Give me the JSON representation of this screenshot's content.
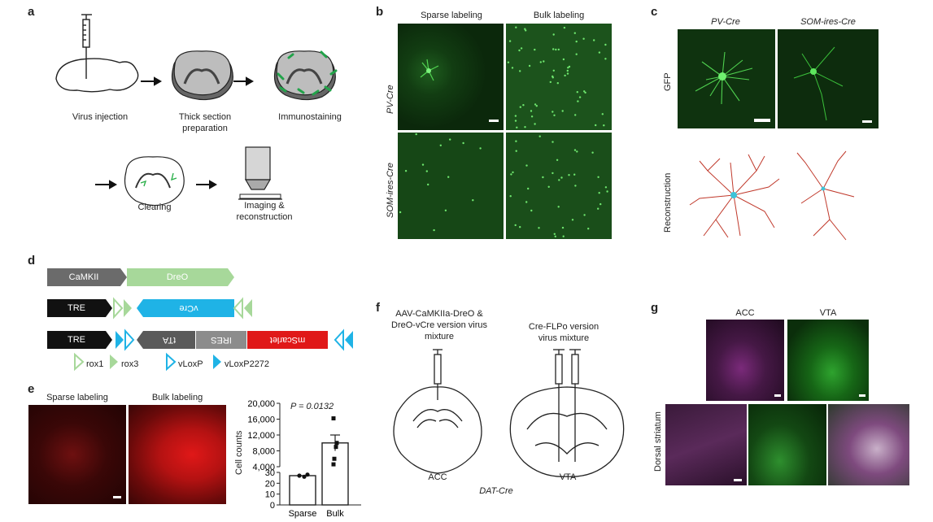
{
  "panels": {
    "a": {
      "label": "a",
      "steps": [
        "Virus injection",
        "Thick section preparation",
        "Immunostaining",
        "Clearing",
        "Imaging & reconstruction"
      ]
    },
    "b": {
      "label": "b",
      "columns": [
        "Sparse labeling",
        "Bulk labeling"
      ],
      "rows": [
        "PV-Cre",
        "SOM-ires-Cre"
      ]
    },
    "c": {
      "label": "c",
      "columns": [
        "PV-Cre",
        "SOM-ires-Cre"
      ],
      "rows": [
        "GFP",
        "Reconstruction"
      ]
    },
    "d": {
      "label": "d",
      "construct1": [
        "CaMKII",
        "DreO"
      ],
      "construct2": [
        "TRE",
        "vCre"
      ],
      "construct3": [
        "TRE",
        "tTA",
        "IRES",
        "mScarlet"
      ],
      "legend": [
        "rox1",
        "rox3",
        "vLoxP",
        "vLoxP2272"
      ]
    },
    "e": {
      "label": "e",
      "columns": [
        "Sparse labeling",
        "Bulk labeling"
      ]
    },
    "f": {
      "label": "f",
      "left_title": "AAV-CaMKIIa-DreO & DreO-vCre version virus mixture",
      "right_title": "Cre-FLPo version virus mixture",
      "left_region": "ACC",
      "right_region": "VTA",
      "mouse_line": "DAT-Cre"
    },
    "g": {
      "label": "g",
      "columns": [
        "ACC",
        "VTA"
      ],
      "row_label": "Dorsal striatum"
    }
  },
  "chart_data": {
    "type": "bar",
    "categories": [
      "Sparse",
      "Bulk"
    ],
    "values": [
      27,
      10000
    ],
    "ylabel": "Cell counts",
    "yticks": [
      "0",
      "10",
      "20",
      "30",
      "4,000",
      "8,000",
      "12,000",
      "16,000",
      "20,000"
    ],
    "annotation": "P = 0.0132",
    "broken_axis": true
  },
  "colors": {
    "green_fluor": "#2ea32e",
    "red_fluor": "#e01818",
    "magenta_fluor": "#c33ac3",
    "gray_seg": "#6b6b6b",
    "light_green_seg": "#a7d89a",
    "cyan_seg": "#1fb3e6",
    "black_seg": "#111111"
  }
}
